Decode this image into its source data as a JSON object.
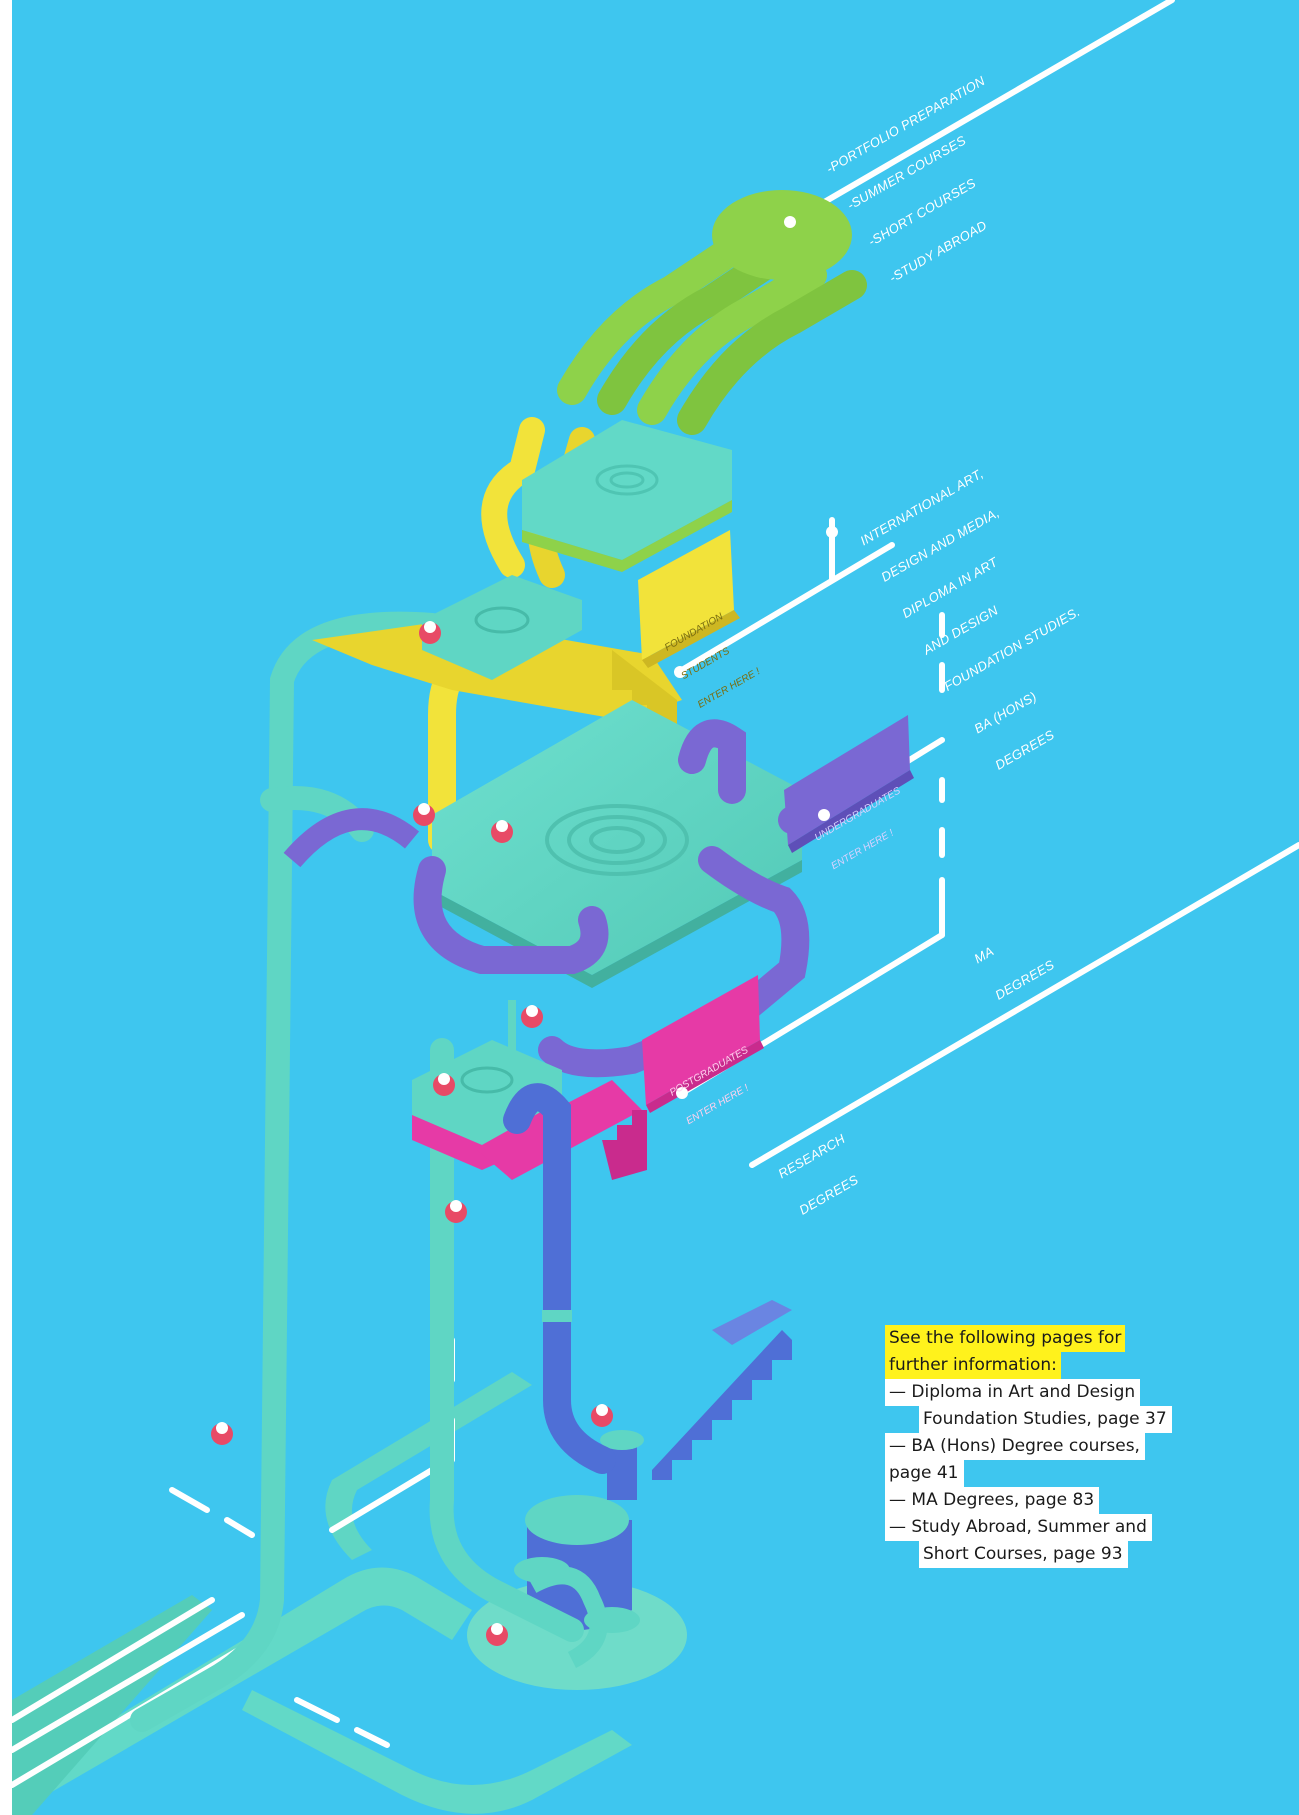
{
  "labels": {
    "portfolio": [
      "-PORTFOLIO PREPARATION",
      "-SUMMER COURSES",
      "-SHORT COURSES",
      "-STUDY ABROAD"
    ],
    "international": [
      "INTERNATIONAL ART,",
      "DESIGN AND MEDIA,",
      "DIPLOMA IN ART",
      "AND DESIGN",
      "FOUNDATION STUDIES."
    ],
    "ba": [
      "BA (HONS)",
      "DEGREES"
    ],
    "ma": [
      "MA",
      "DEGREES"
    ],
    "research": [
      "RESEARCH",
      "DEGREES"
    ]
  },
  "signs": {
    "foundation": [
      "FOUNDATION",
      "STUDENTS",
      "ENTER HERE !"
    ],
    "undergraduates": [
      "UNDERGRADUATES",
      "ENTER HERE !"
    ],
    "postgraduates": [
      "POSTGRADUATES",
      "ENTER HERE !"
    ]
  },
  "info": {
    "heading_1": "See the following pages for",
    "heading_2": "further information:",
    "items": [
      {
        "line1": "— Diploma in Art and Design",
        "line2": "Foundation Studies, page 37"
      },
      {
        "line1": "— BA (Hons) Degree courses,",
        "line2": "page 41"
      },
      {
        "line1": "— MA Degrees, page 83",
        "line2": ""
      },
      {
        "line1": "— Study Abroad, Summer and",
        "line2": "Short Courses, page 93"
      }
    ]
  },
  "colors": {
    "background": "#3ec6ef",
    "pipe_teal": "#5fd6c4",
    "pipe_green": "#8ed24a",
    "pipe_yellow": "#f2e33a",
    "pipe_purple": "#7a68d3",
    "pipe_blue": "#4f6fd6",
    "pipe_pink": "#e63aa6",
    "highlight": "#fff21c"
  }
}
